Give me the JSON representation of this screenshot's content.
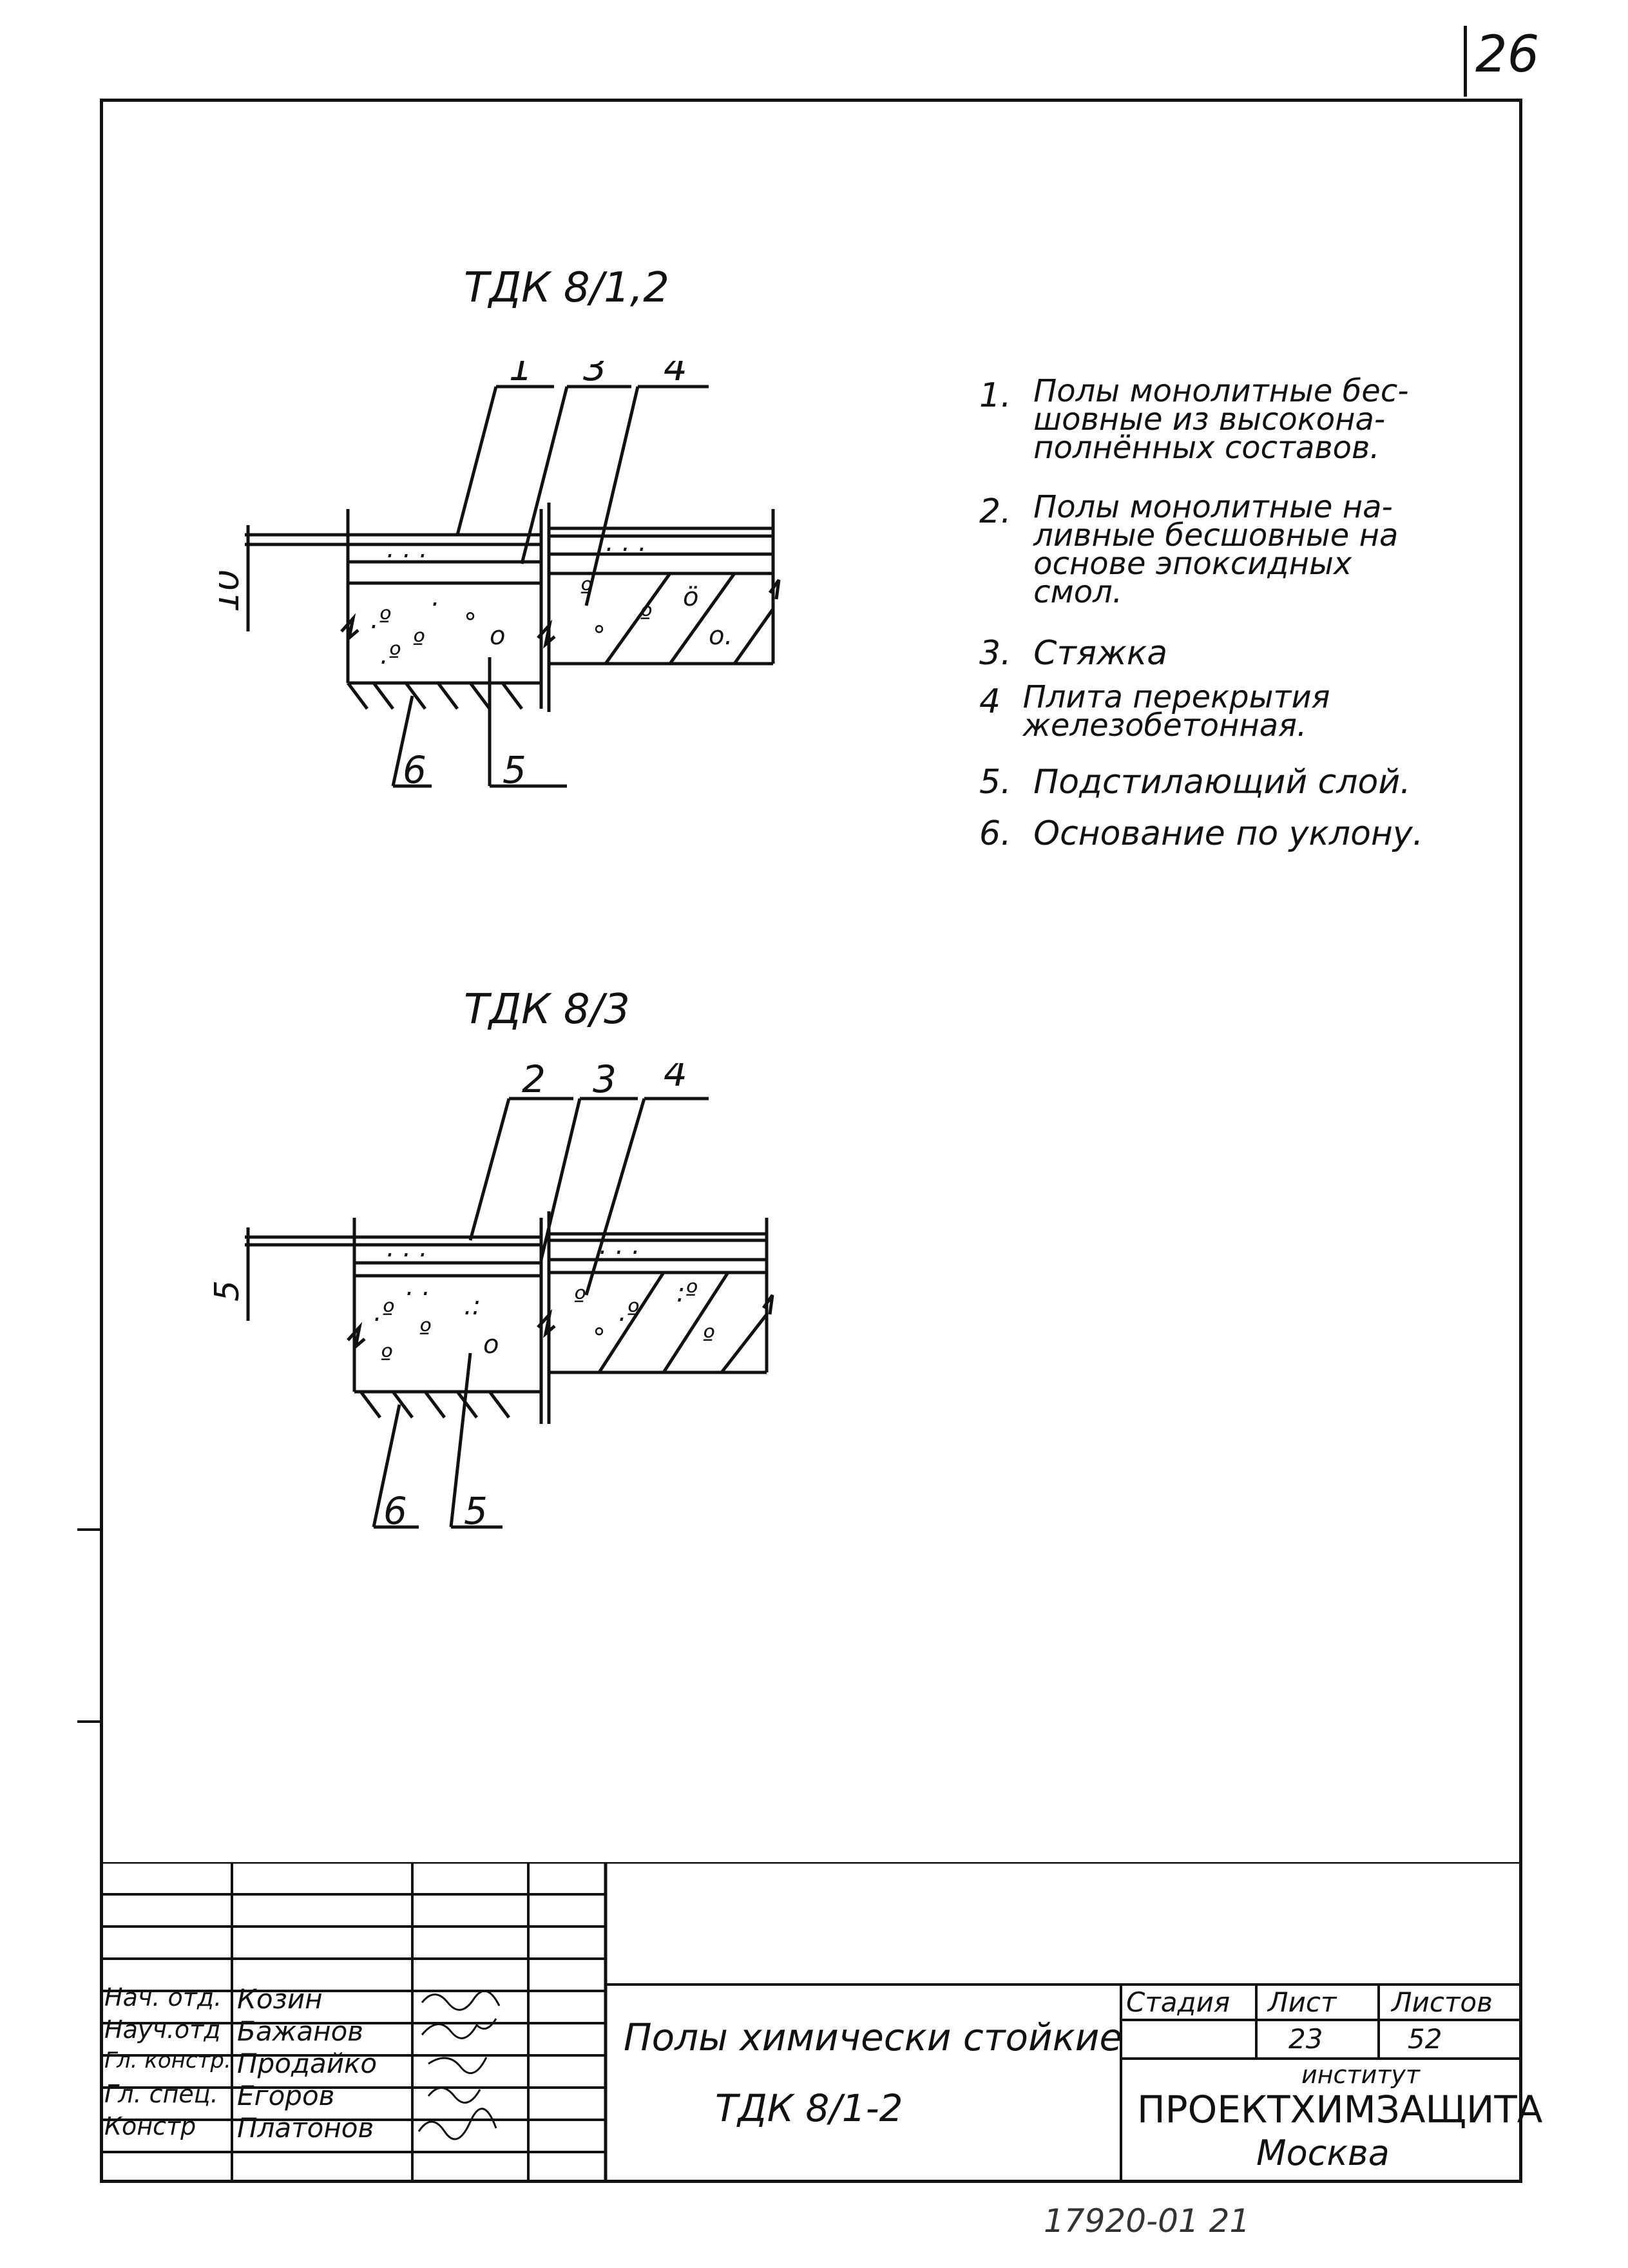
{
  "corner_sheet_no": "26",
  "detail1": {
    "title": "ТДК 8/1,2",
    "callouts_top": [
      "1",
      "3",
      "4"
    ],
    "callouts_bottom": [
      "6",
      "5"
    ],
    "dimension": "10"
  },
  "detail2": {
    "title": "ТДК 8/3",
    "callouts_top": [
      "2",
      "3",
      "4"
    ],
    "callouts_bottom": [
      "6",
      "5"
    ],
    "dimension": "5"
  },
  "legend": [
    {
      "num": "1.",
      "lines": [
        "Полы монолитные бес-",
        "шовные из высоконa-",
        "полнённых составов."
      ]
    },
    {
      "num": "2.",
      "lines": [
        "Полы монолитные на-",
        "ливные бесшовные на",
        "основе эпоксидных",
        "смол."
      ]
    },
    {
      "num": "3.",
      "lines": [
        "Стяжка"
      ]
    },
    {
      "num": "4",
      "lines": [
        "Плита перекрытия",
        "железобетонная."
      ]
    },
    {
      "num": "5.",
      "lines": [
        "Подстилающий слой."
      ]
    },
    {
      "num": "6.",
      "lines": [
        "Основание по уклону."
      ]
    }
  ],
  "title_block": {
    "roles": [
      "Нач. отд.",
      "Науч.отд",
      "Гл. констр.",
      "Гл. спец.",
      "Констр"
    ],
    "names": [
      "Козин",
      "Бажанов",
      "Продайко",
      "Егоров",
      "Платонов"
    ],
    "drawing_title": "Полы химически стойкие",
    "drawing_code": "ТДК 8/1-2",
    "stage_label": "Стадия",
    "sheet_label": "Лист",
    "sheets_label": "Листов",
    "sheet_value": "23",
    "sheets_value": "52",
    "institute_label": "институт",
    "organization": "ПРОЕКТХИМЗАЩИТА",
    "city": "Москва"
  },
  "bottom_stamp": "17920-01  21"
}
